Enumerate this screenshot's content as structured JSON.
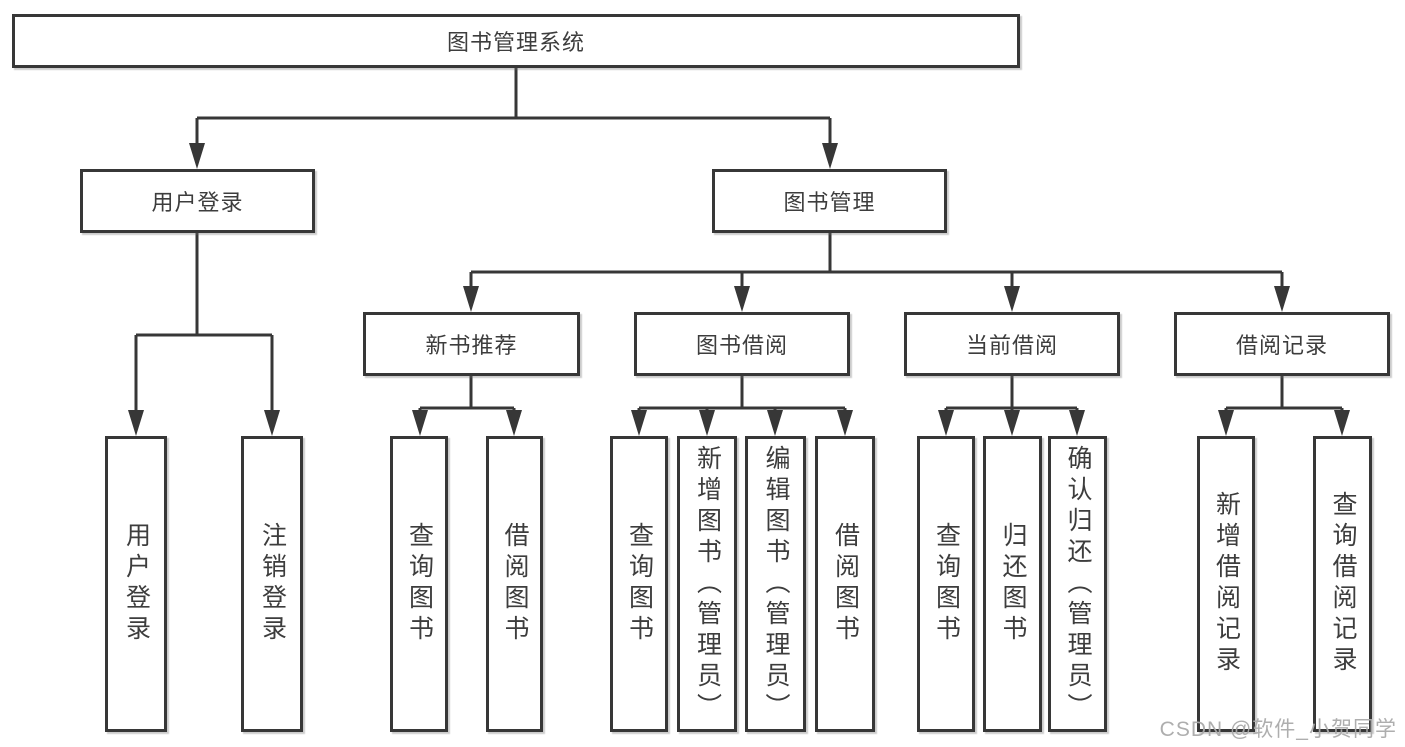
{
  "diagram": {
    "root": "图书管理系统",
    "level2": {
      "user_login": "用户登录",
      "book_mgmt": "图书管理"
    },
    "level3": {
      "new_books": "新书推荐",
      "book_borrow": "图书借阅",
      "current_borrow": "当前借阅",
      "borrow_records": "借阅记录"
    },
    "leaves": {
      "user_login": "用户登录",
      "logout": "注销登录",
      "nb_query_books": "查询图书",
      "nb_borrow_books": "借阅图书",
      "bb_query_books": "查询图书",
      "bb_add_books": "新增图书（管理员）",
      "bb_edit_books": "编辑图书（管理员）",
      "bb_borrow_books": "借阅图书",
      "cb_query_books": "查询图书",
      "cb_return_books": "归还图书",
      "cb_confirm_return": "确认归还（管理员）",
      "br_add_record": "新增借阅记录",
      "br_query_record": "查询借阅记录"
    },
    "colors": {
      "line": "#373737",
      "box_border": "#373737",
      "box_fill": "#ffffff",
      "text": "#3d3d3d",
      "watermark": "#aaaaaa"
    },
    "watermark": "CSDN @软件_小贺同学"
  }
}
